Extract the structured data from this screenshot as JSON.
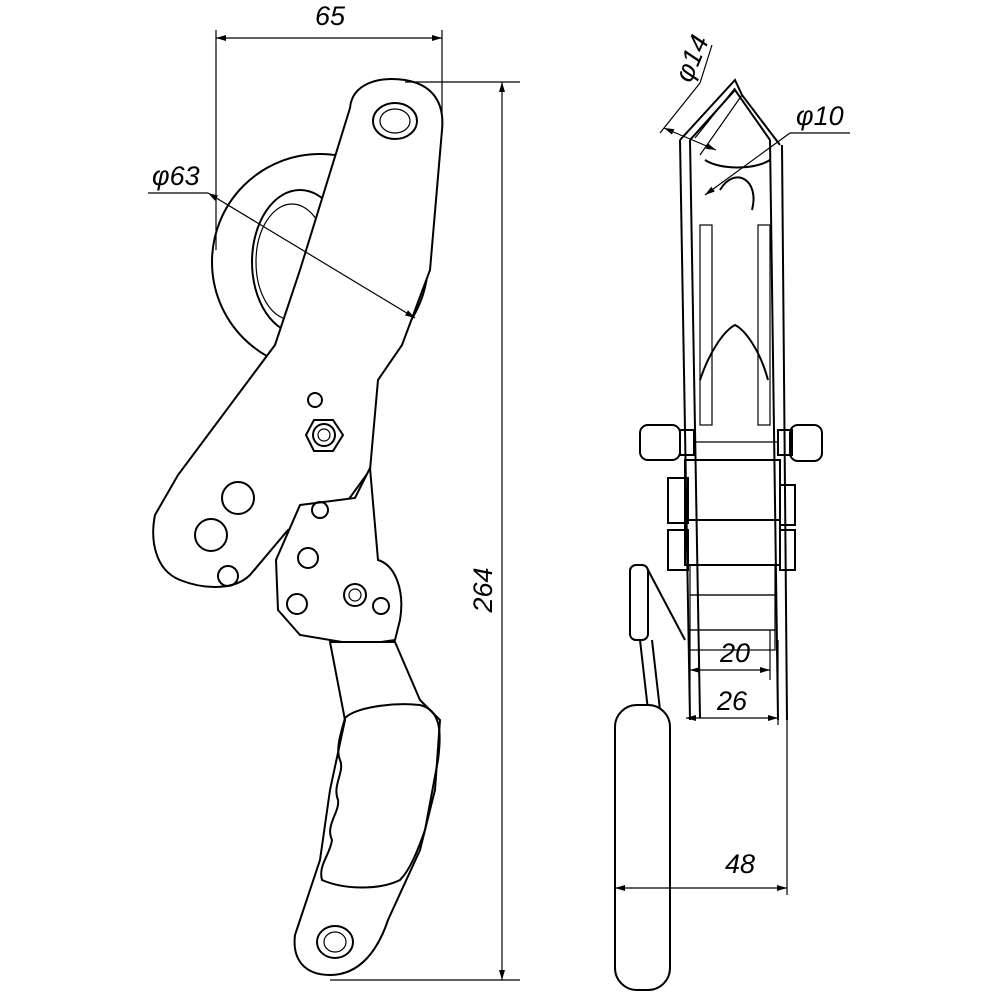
{
  "dimensions": {
    "width_top": "65",
    "height_total": "264",
    "pulley_diameter": "φ63",
    "rope_diameter": "φ14",
    "axle_diameter": "φ10",
    "width_20": "20",
    "width_26": "26",
    "width_48": "48"
  },
  "colors": {
    "line": "#000000",
    "background": "#ffffff"
  }
}
